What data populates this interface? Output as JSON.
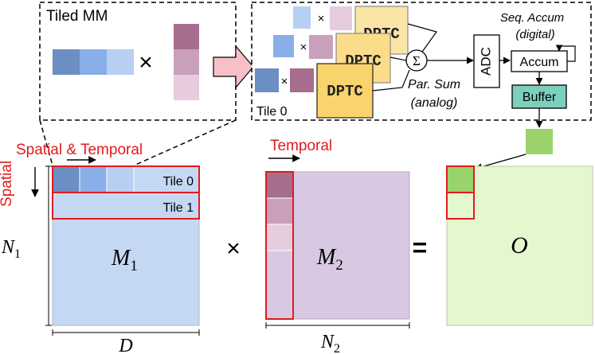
{
  "tiled_mm": {
    "title": "Tiled MM",
    "times": "×"
  },
  "tile_unit": {
    "label": "Tile 0",
    "dptc": "DPTC",
    "mini_times": "×",
    "sigma": "Σ",
    "par_sum_1": "Par. Sum",
    "par_sum_2": "(analog)",
    "adc": "ADC",
    "seq_accum_1": "Seq. Accum",
    "seq_accum_2": "(digital)",
    "accum": "Accum",
    "buffer": "Buffer"
  },
  "labels": {
    "spatial_temporal": "Spatial & Temporal",
    "spatial": "Spatial",
    "temporal": "Temporal",
    "tile0": "Tile 0",
    "tile1": "Tile 1"
  },
  "math": {
    "n1": "N",
    "n1_sub": "1",
    "m1": "M",
    "m1_sub": "1",
    "d": "D",
    "m2": "M",
    "m2_sub": "2",
    "n2": "N",
    "n2_sub": "2",
    "o": "O",
    "times": "×",
    "equals": "="
  },
  "colors": {
    "blue_dark": "#6b8ec3",
    "blue_mid": "#89aee8",
    "blue_light": "#b7cff2",
    "blue_matrix": "#c5d8f3",
    "purple_dark": "#a76d8f",
    "purple_mid": "#c9a0bc",
    "purple_light": "#e6ccde",
    "purple_matrix": "#d8c8e2",
    "green_matrix": "#e3f8cf",
    "green_block": "#9ad36b",
    "dptc_fill": "#f9d36b",
    "buffer_fill": "#7ccfbd",
    "red": "#e31a1c"
  }
}
